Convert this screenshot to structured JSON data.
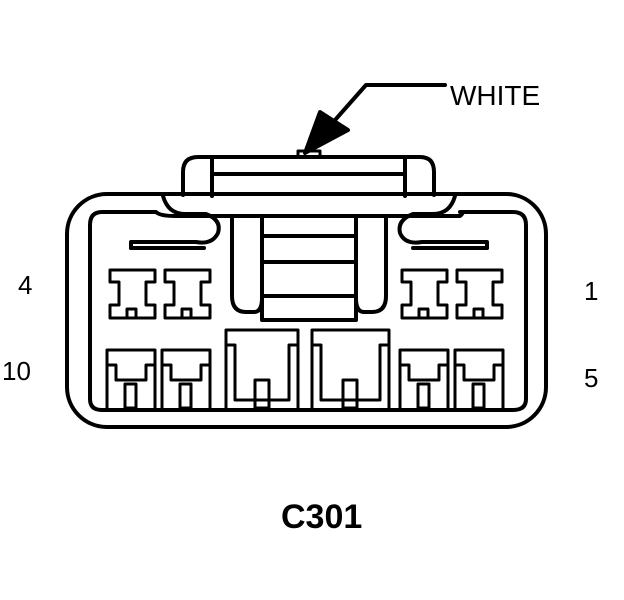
{
  "connector": {
    "id": "C301",
    "color": "WHITE"
  },
  "pins": {
    "top_left": "4",
    "top_right": "1",
    "bottom_left": "10",
    "bottom_right": "5"
  },
  "colors": {
    "line": "#000000",
    "background": "#ffffff"
  }
}
